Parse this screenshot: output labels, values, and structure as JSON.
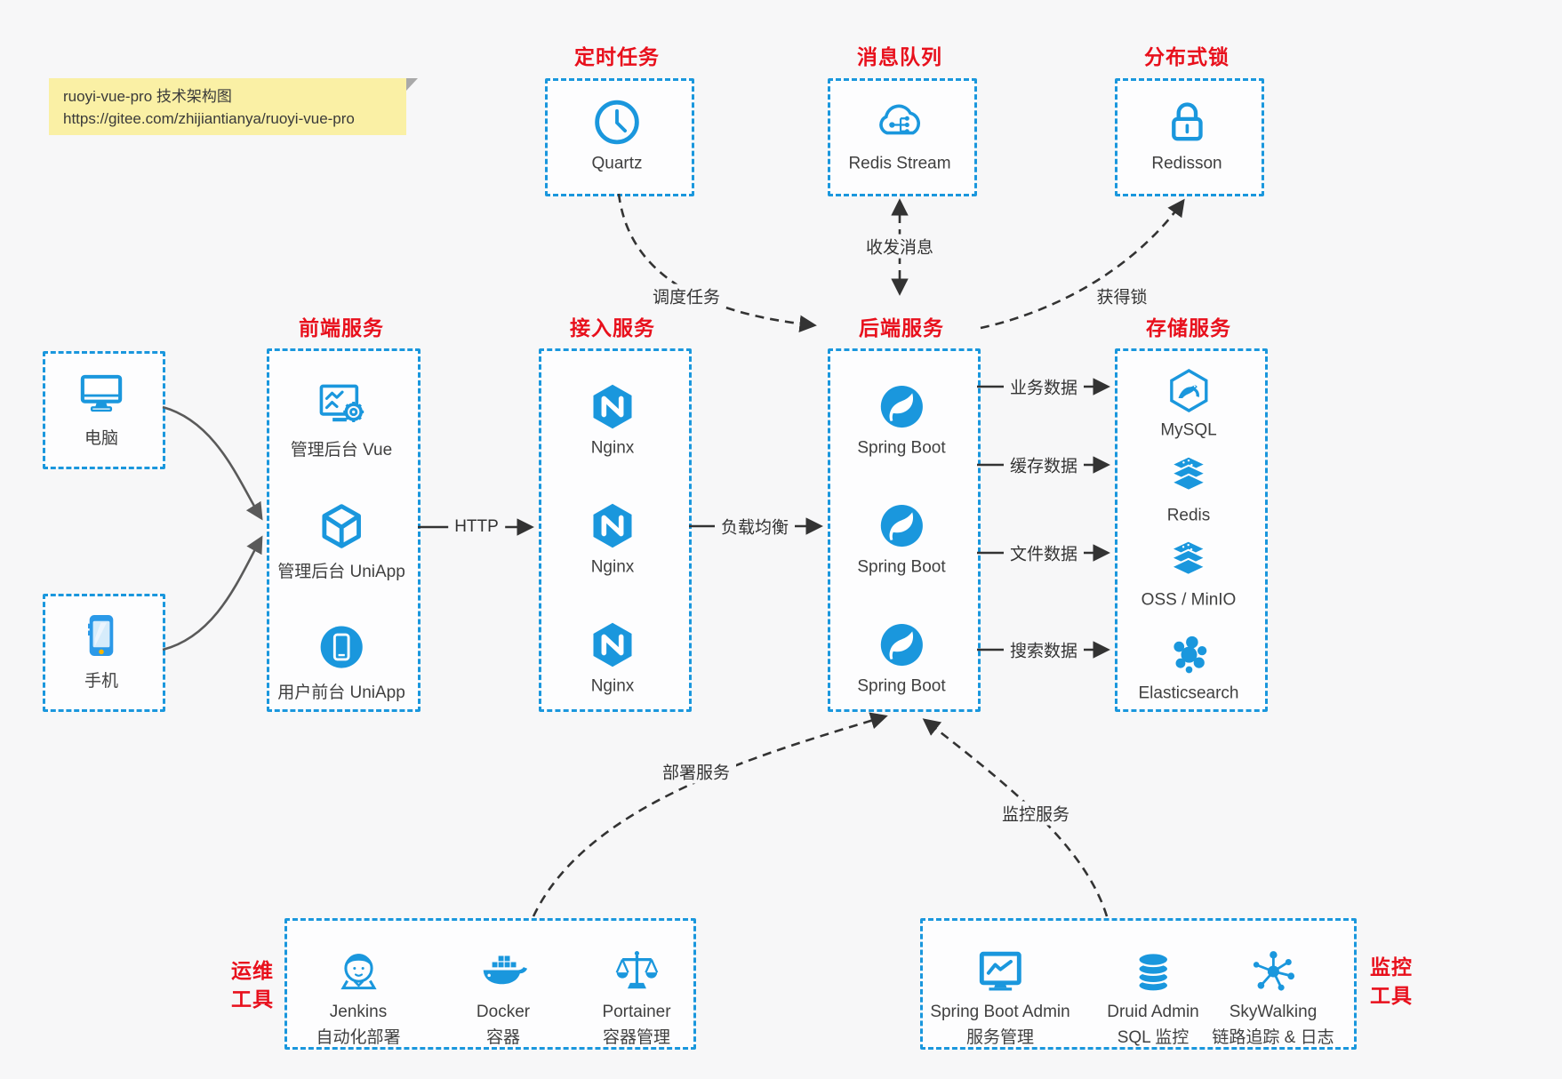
{
  "note": {
    "line1": "ruoyi-vue-pro 技术架构图",
    "line2": "https://gitee.com/zhijiantianya/ruoyi-vue-pro"
  },
  "colors": {
    "accent_blue": "#1a97dd",
    "title_red": "#e8101c",
    "edge_dark": "#333333",
    "note_bg": "#faf0a5",
    "canvas_bg": "#f7f7f8"
  },
  "top_groups": [
    {
      "title": "定时任务",
      "label": "Quartz",
      "icon": "clock-icon"
    },
    {
      "title": "消息队列",
      "label": "Redis Stream",
      "icon": "cloud-share-icon"
    },
    {
      "title": "分布式锁",
      "label": "Redisson",
      "icon": "lock-icon"
    }
  ],
  "clients": [
    {
      "label": "电脑",
      "icon": "desktop-icon"
    },
    {
      "label": "手机",
      "icon": "smartphone-icon"
    }
  ],
  "columns": {
    "frontend": {
      "title": "前端服务",
      "items": [
        {
          "label": "管理后台 Vue",
          "icon": "admin-vue-icon"
        },
        {
          "label": "管理后台 UniApp",
          "icon": "uniapp-cube-icon"
        },
        {
          "label": "用户前台 UniApp",
          "icon": "user-app-icon"
        }
      ]
    },
    "gateway": {
      "title": "接入服务",
      "items": [
        {
          "label": "Nginx",
          "icon": "nginx-icon"
        },
        {
          "label": "Nginx",
          "icon": "nginx-icon"
        },
        {
          "label": "Nginx",
          "icon": "nginx-icon"
        }
      ]
    },
    "backend": {
      "title": "后端服务",
      "items": [
        {
          "label": "Spring Boot",
          "icon": "spring-icon"
        },
        {
          "label": "Spring Boot",
          "icon": "spring-icon"
        },
        {
          "label": "Spring Boot",
          "icon": "spring-icon"
        }
      ]
    },
    "storage": {
      "title": "存储服务",
      "items": [
        {
          "label": "MySQL",
          "icon": "mysql-icon"
        },
        {
          "label": "Redis",
          "icon": "redis-stack-icon"
        },
        {
          "label": "OSS / MinIO",
          "icon": "oss-stack-icon"
        },
        {
          "label": "Elasticsearch",
          "icon": "elasticsearch-icon"
        }
      ]
    }
  },
  "ops": {
    "title_line1": "运维",
    "title_line2": "工具",
    "items": [
      {
        "label": "Jenkins",
        "sublabel": "自动化部署",
        "icon": "jenkins-icon"
      },
      {
        "label": "Docker",
        "sublabel": "容器",
        "icon": "docker-whale-icon"
      },
      {
        "label": "Portainer",
        "sublabel": "容器管理",
        "icon": "portainer-scales-icon"
      }
    ]
  },
  "monitoring": {
    "title_line1": "监控",
    "title_line2": "工具",
    "items": [
      {
        "label": "Spring Boot Admin",
        "sublabel": "服务管理",
        "icon": "monitor-chart-icon"
      },
      {
        "label": "Druid Admin",
        "sublabel": "SQL 监控",
        "icon": "database-icon"
      },
      {
        "label": "SkyWalking",
        "sublabel": "链路追踪 & 日志",
        "icon": "topology-icon"
      }
    ]
  },
  "edges": {
    "http": "HTTP",
    "load_balance": "负载均衡",
    "schedule": "调度任务",
    "messaging": "收发消息",
    "lock": "获得锁",
    "business": "业务数据",
    "cache": "缓存数据",
    "file": "文件数据",
    "search": "搜索数据",
    "deploy": "部署服务",
    "monitor": "监控服务"
  }
}
